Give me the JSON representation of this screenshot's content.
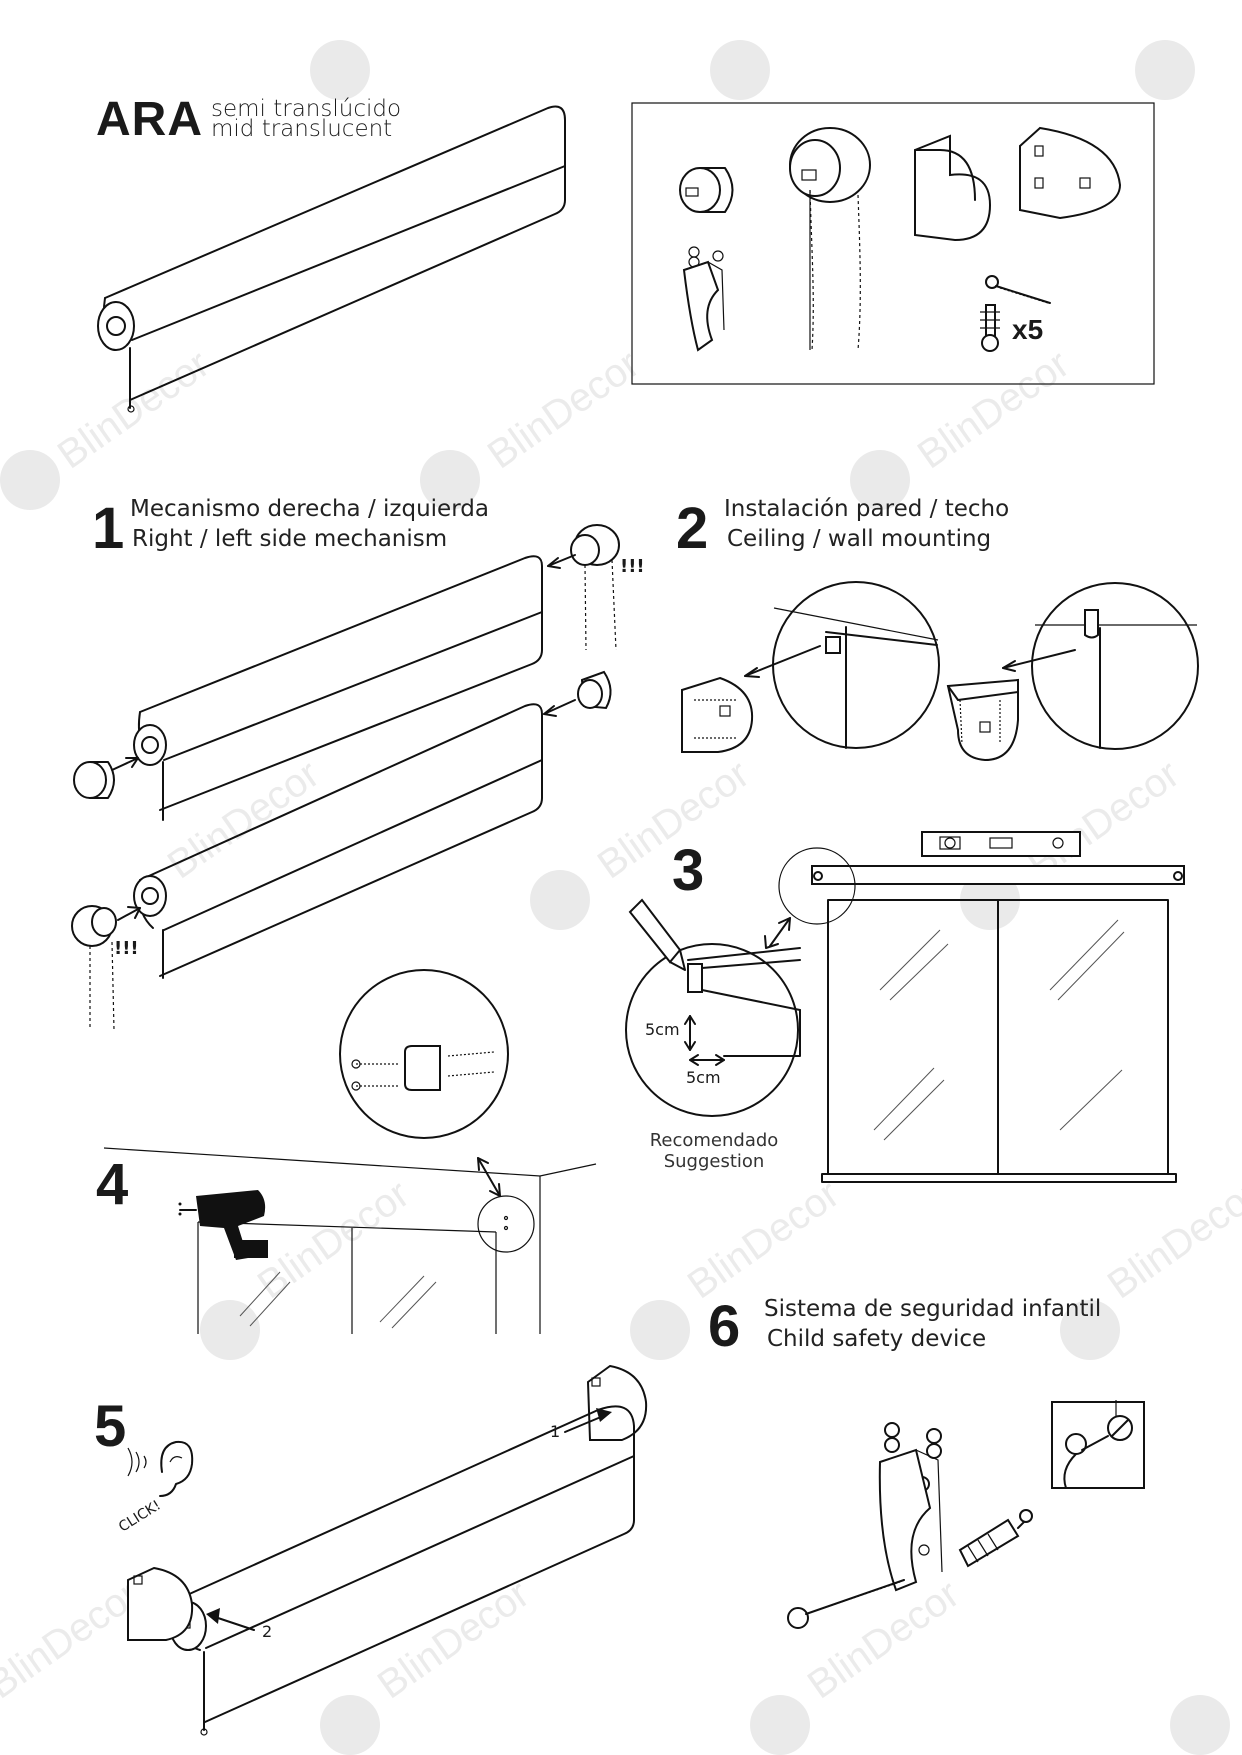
{
  "header": {
    "brand": "ARA",
    "subtitle_es": "semi translúcido",
    "subtitle_en": "mid translucent"
  },
  "parts_box": {
    "screw_count": "x5"
  },
  "steps": [
    {
      "num": "1",
      "title_es": "Mecanismo derecha / izquierda",
      "title_en": "Right / left side mechanism",
      "warning": "!!!"
    },
    {
      "num": "2",
      "title_es": "Instalación pared / techo",
      "title_en": "Ceiling / wall mounting"
    },
    {
      "num": "3",
      "dim_vertical": "5cm",
      "dim_horizontal": "5cm",
      "note_es": "Recomendado",
      "note_en": "Suggestion"
    },
    {
      "num": "4"
    },
    {
      "num": "5",
      "sound": "CLICK!",
      "arrow_1": "1",
      "arrow_2": "2"
    },
    {
      "num": "6",
      "title_es": "Sistema de seguridad infantil",
      "title_en": "Child safety device"
    }
  ],
  "watermark": "BlinDecor",
  "icons": [
    "end-cap-icon",
    "chain-mechanism-icon",
    "bracket-icon",
    "l-bracket-icon",
    "chain-safety-clip-icon",
    "screw-icon",
    "wall-plug-icon",
    "pencil-icon",
    "spirit-level-icon",
    "drill-icon",
    "ear-icon",
    "child-warning-icon"
  ]
}
